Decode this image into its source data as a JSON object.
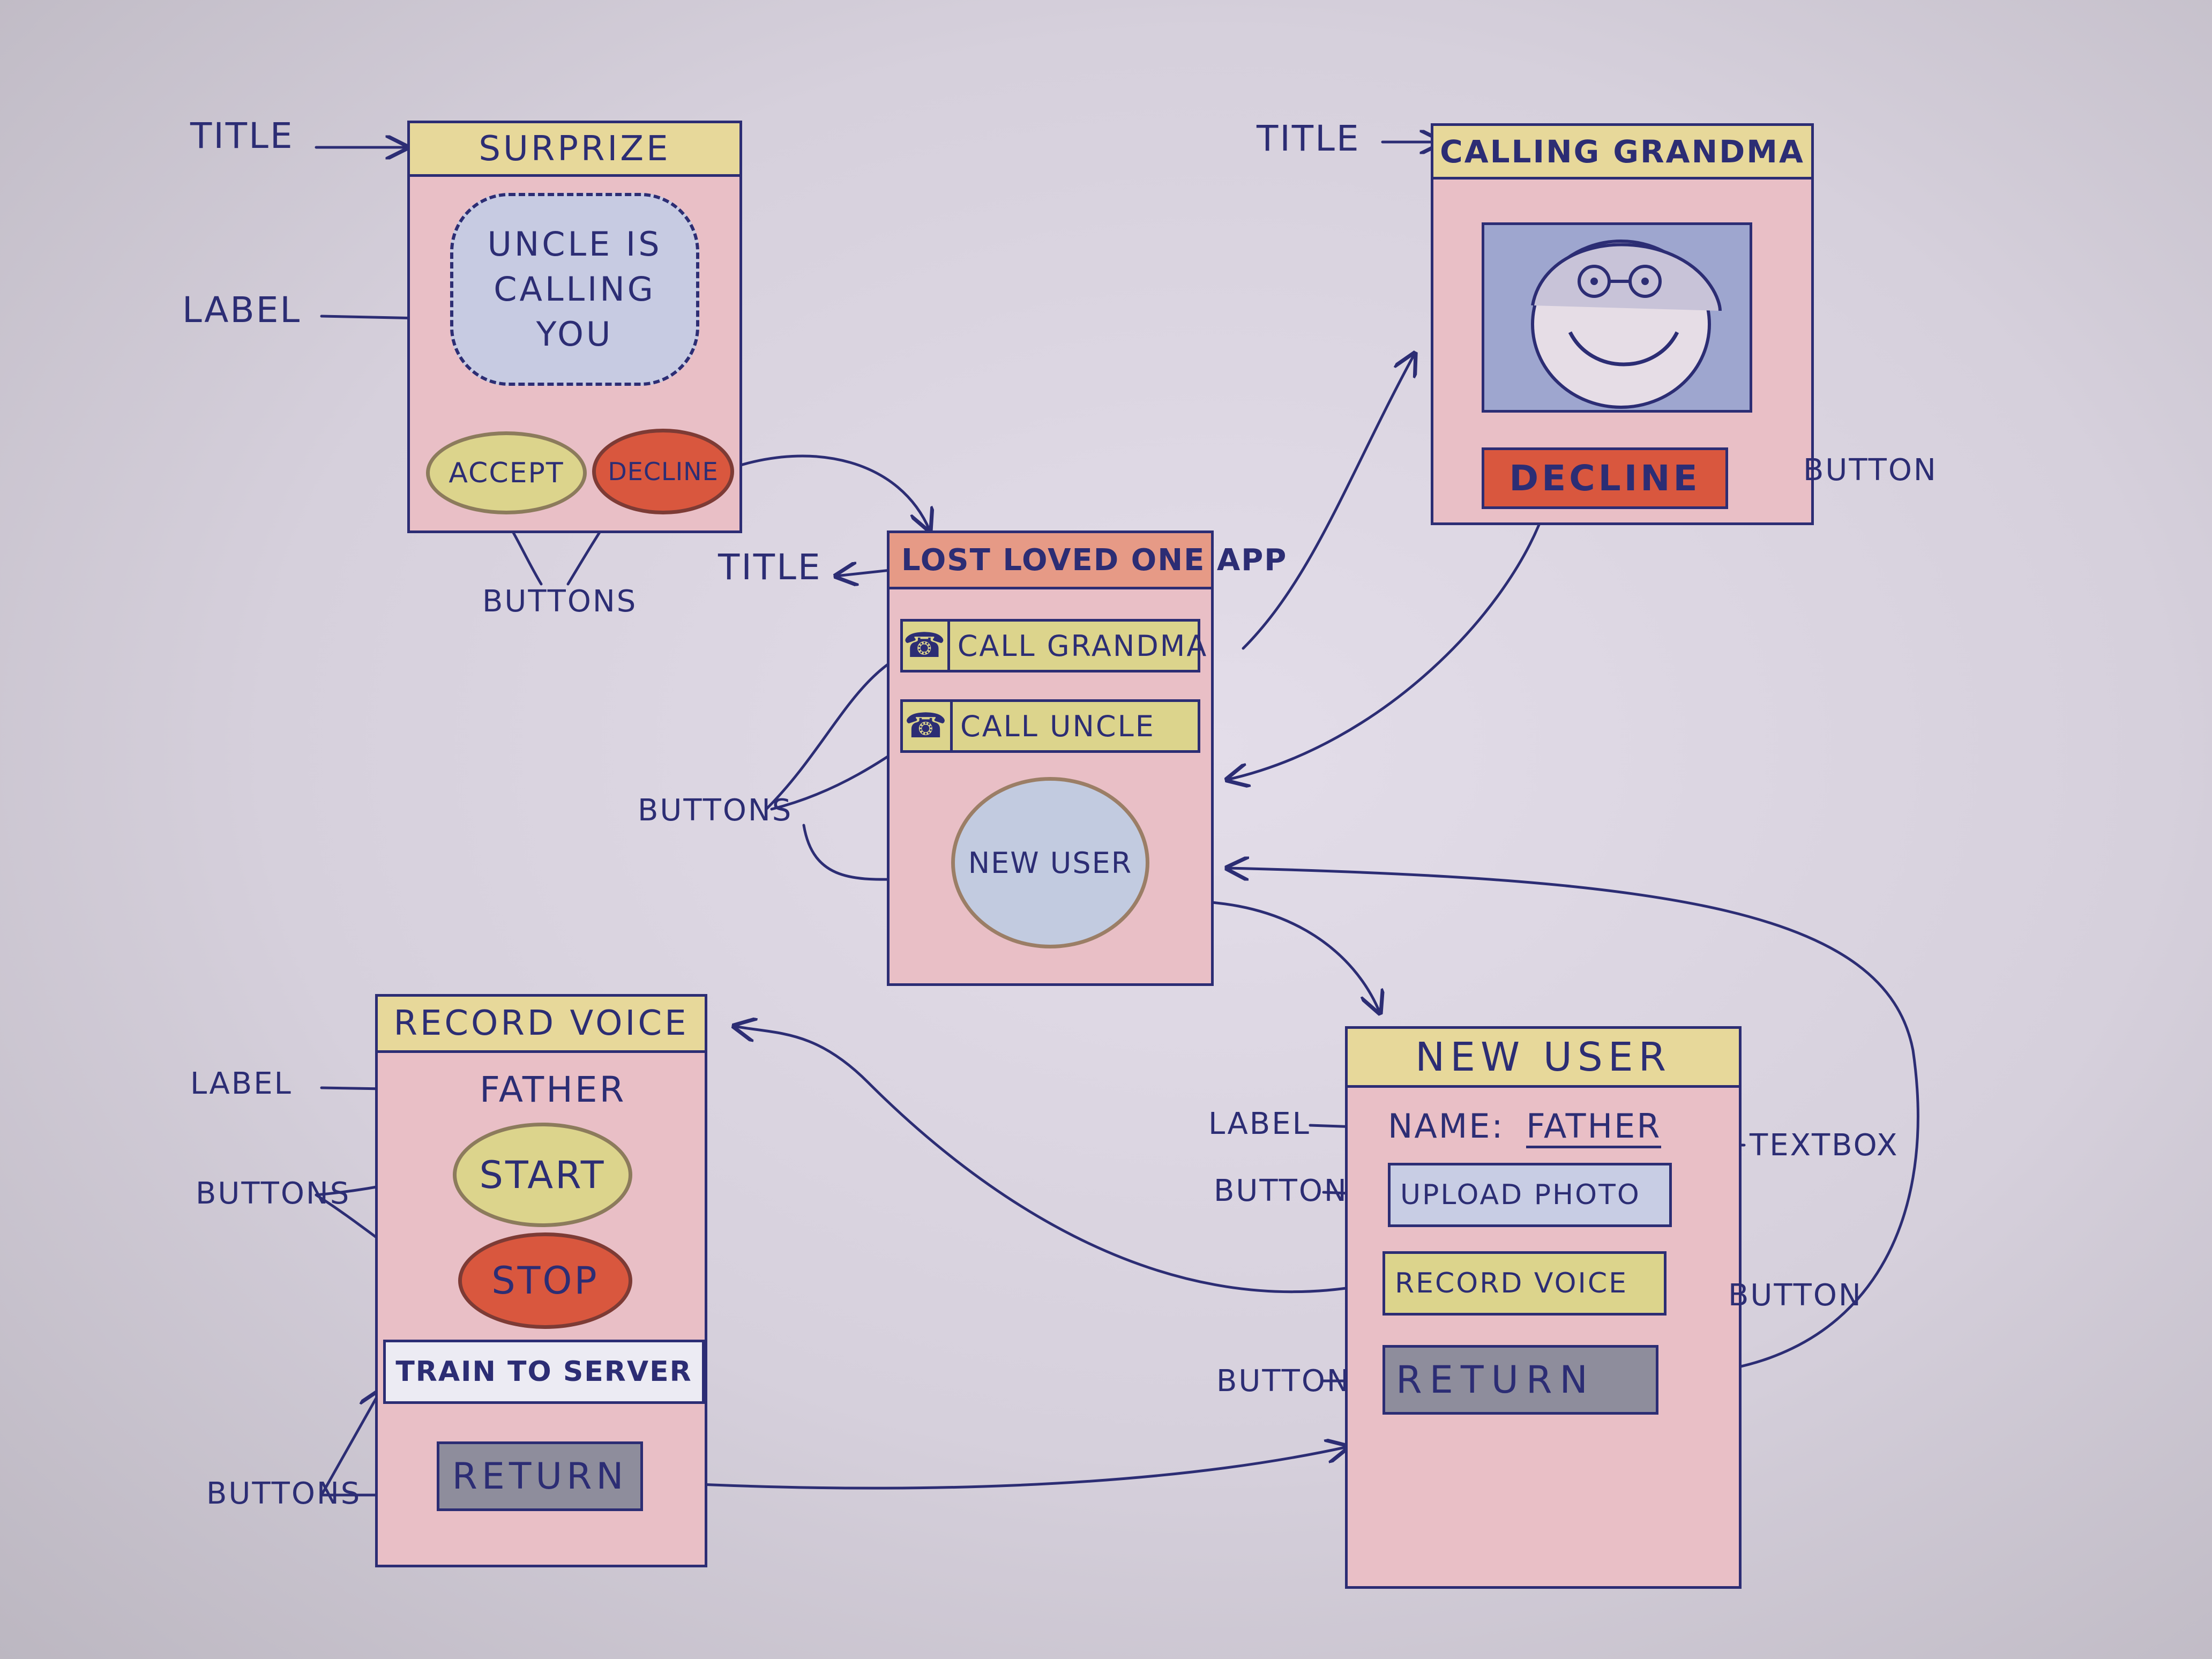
{
  "screens": {
    "surprize": {
      "title": "SURPRIZE",
      "label": "UNCLE IS CALLING YOU",
      "accept": "ACCEPT",
      "decline": "DECLINE"
    },
    "calling_grandma": {
      "title": "CALLING GRANDMA",
      "decline": "DECLINE"
    },
    "main": {
      "title": "LOST LOVED ONE APP",
      "call_grandma": "CALL GRANDMA",
      "call_uncle": "CALL UNCLE",
      "new_user": "NEW USER"
    },
    "record_voice": {
      "title": "RECORD VOICE",
      "label": "FATHER",
      "start": "START",
      "stop": "STOP",
      "train": "TRAIN TO SERVER",
      "return": "RETURN"
    },
    "new_user": {
      "title": "NEW USER",
      "name_label": "NAME:",
      "name_value": "FATHER",
      "upload": "UPLOAD PHOTO",
      "record": "RECORD VOICE",
      "return": "RETURN"
    }
  },
  "annotations": {
    "title_1": "TITLE",
    "label_1": "LABEL",
    "buttons_1": "BUTTONS",
    "title_2": "TITLE",
    "button_2": "BUTTON",
    "title_3": "TITLE",
    "buttons_3": "BUTTONS",
    "label_4": "LABEL",
    "buttons_4a": "BUTTONS",
    "buttons_4b": "BUTTONS",
    "label_5": "LABEL",
    "textbox_5": "TEXTBOX",
    "button_5a": "BUTTON",
    "button_5b": "BUTTON",
    "button_5c": "BUTTON"
  },
  "colors": {
    "ink": "#2c2d74",
    "paper": "#d9d3df",
    "screen_fill": "#e9bfc6",
    "title_yellow": "#e7d89a",
    "title_red": "#e69a86",
    "button_yellow": "#dcd48c",
    "button_red": "#d9573e",
    "button_blue": "#c8cde4",
    "button_gray": "#8e8d9c"
  }
}
